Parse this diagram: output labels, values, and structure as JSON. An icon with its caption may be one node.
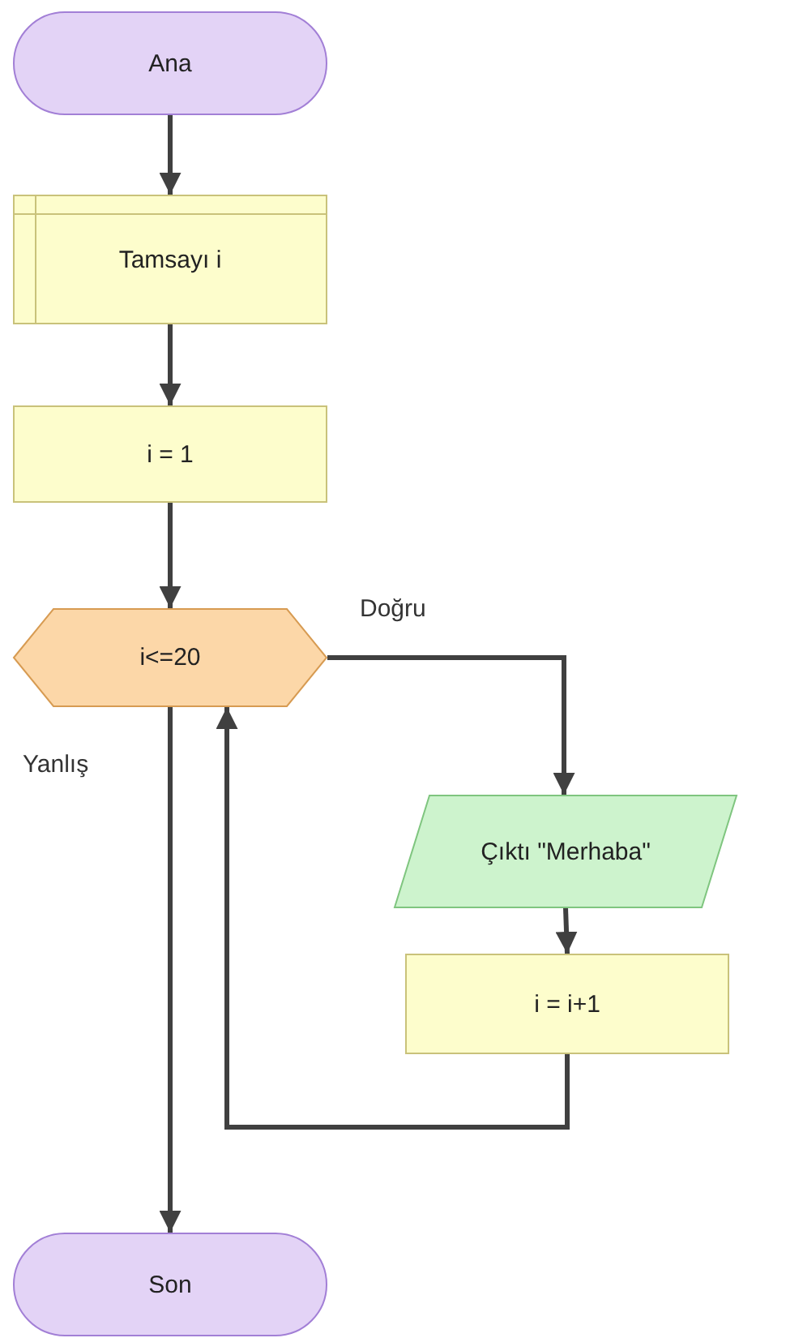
{
  "diagram": {
    "nodes": [
      {
        "text": [
          "Ana"
        ]
      },
      {
        "text": [
          "Tamsayı i"
        ]
      },
      {
        "text": [
          "i = 1"
        ]
      },
      {
        "text": [
          "i<=20"
        ]
      },
      {
        "text": [
          "Çıktı \"Merhaba\""
        ]
      },
      {
        "text": [
          "i = i+1"
        ]
      },
      {
        "text": [
          "Son"
        ]
      }
    ],
    "edges": [
      {
        "from": 0,
        "to": 1,
        "arrow": "to"
      },
      {
        "from": 1,
        "to": 2,
        "arrow": "to"
      },
      {
        "from": 2,
        "to": 3,
        "arrow": "to"
      },
      {
        "from": 3,
        "to": 4,
        "arrow": "to",
        "label": "Doğru"
      },
      {
        "from": 4,
        "to": 5,
        "arrow": "to"
      },
      {
        "from": 5,
        "to": 3,
        "arrow": "to"
      },
      {
        "from": 3,
        "to": 6,
        "arrow": "to",
        "label": "Yanlış"
      }
    ]
  }
}
